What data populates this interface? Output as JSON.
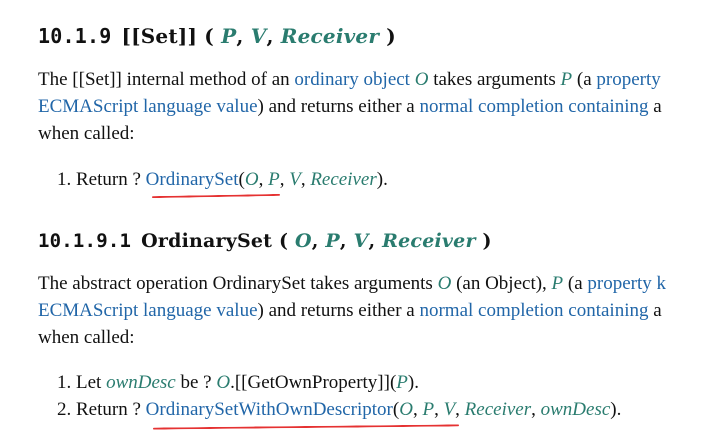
{
  "sec1": {
    "number": "10.1.9",
    "name": "[[Set]]",
    "paren_open": "(",
    "params": [
      "P",
      "V",
      "Receiver"
    ],
    "paren_close": ")",
    "para": {
      "t1": "The [[Set]] internal method of an ",
      "l1": "ordinary object",
      "t2": " ",
      "v1": "O",
      "t3": " takes arguments ",
      "v2": "P",
      "t4": " (a ",
      "l2": "property",
      "l3": "ECMAScript language value",
      "t5": ") and returns either a ",
      "l4": "normal completion containing",
      "t6": " a",
      "t7": "when called:"
    },
    "step1": {
      "num": "1.",
      "t1": "Return ? ",
      "fn": "OrdinarySet",
      "open": "(",
      "a1": "O",
      "a2": "P",
      "a3": "V",
      "a4": "Receiver",
      "close": ")."
    }
  },
  "sec2": {
    "number": "10.1.9.1",
    "name": "OrdinarySet",
    "paren_open": "(",
    "params": [
      "O",
      "P",
      "V",
      "Receiver"
    ],
    "paren_close": ")",
    "para": {
      "t1": "The abstract operation OrdinarySet takes arguments ",
      "v1": "O",
      "t2": " (an Object), ",
      "v2": "P",
      "t3": " (a ",
      "l1": "property k",
      "l2": "ECMAScript language value",
      "t4": ") and returns either a ",
      "l3": "normal completion containing",
      "t5": " a",
      "t6": "when called:"
    },
    "step1": {
      "num": "1.",
      "t1": "Let ",
      "v1": "ownDesc",
      "t2": " be ? ",
      "v2": "O",
      "t3": ".[[GetOwnProperty]](",
      "v3": "P",
      "t4": ")."
    },
    "step2": {
      "num": "2.",
      "t1": "Return ? ",
      "fn": "OrdinarySetWithOwnDescriptor",
      "open": "(",
      "a1": "O",
      "a2": "P",
      "a3": "V",
      "a4": "Receiver",
      "a5": "ownDesc",
      "close": ")."
    }
  },
  "sep": ", ",
  "colors": {
    "link": "#2166a8",
    "var": "#2a7c6f",
    "annotation": "#e53232"
  }
}
